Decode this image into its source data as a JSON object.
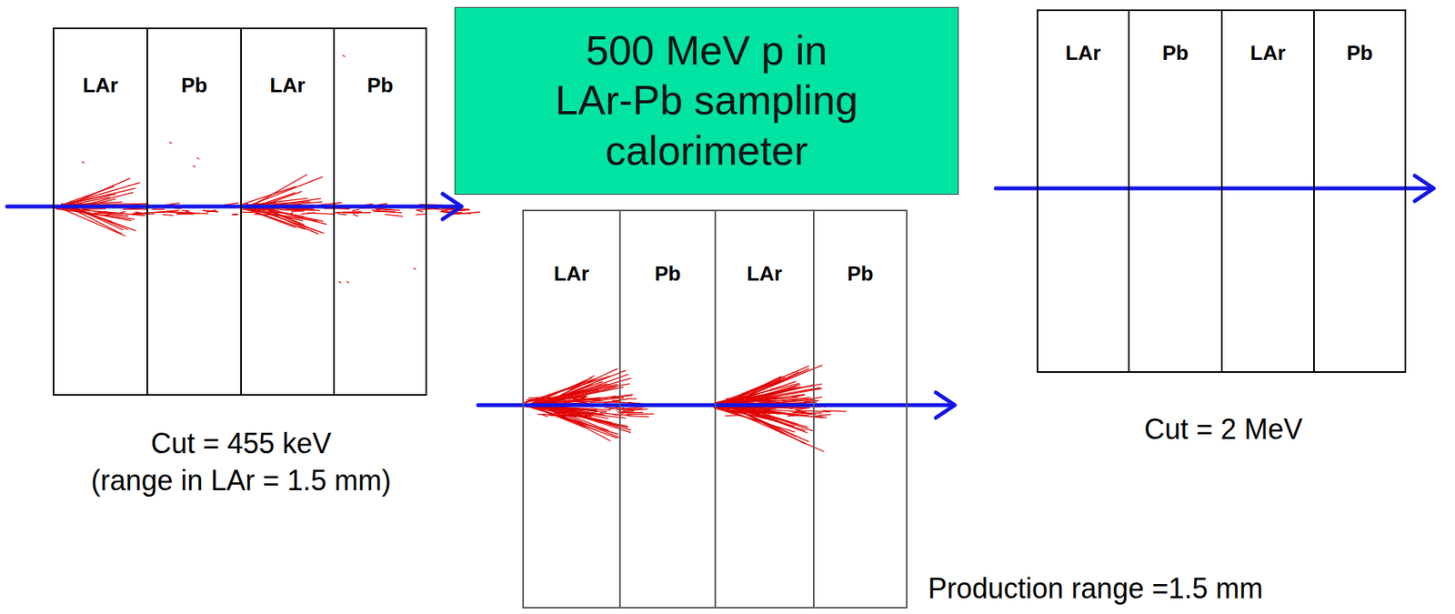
{
  "diagram": {
    "nodes": [
      {
        "text": [
          "LAr"
        ]
      },
      {
        "text": [
          "Pb"
        ]
      },
      {
        "text": [
          "LAr"
        ]
      },
      {
        "text": [
          "Pb"
        ]
      },
      {
        "text": [
          "500 MeV p in LAr-Pb sampling calorimeter"
        ]
      },
      {
        "text": [
          "LAr"
        ]
      },
      {
        "text": [
          "Pb"
        ]
      },
      {
        "text": [
          "LAr"
        ]
      },
      {
        "text": [
          "Pb"
        ]
      },
      {
        "text": [
          "LAr"
        ]
      },
      {
        "text": [
          "Pb"
        ]
      },
      {
        "text": [
          "LAr"
        ]
      },
      {
        "text": [
          "Pb"
        ]
      }
    ],
    "labels": [
      "Cut = 455 keV",
      "(range in LAr = 1.5 mm)",
      "Cut = 2 MeV",
      "Production range =1.5 mm"
    ]
  }
}
